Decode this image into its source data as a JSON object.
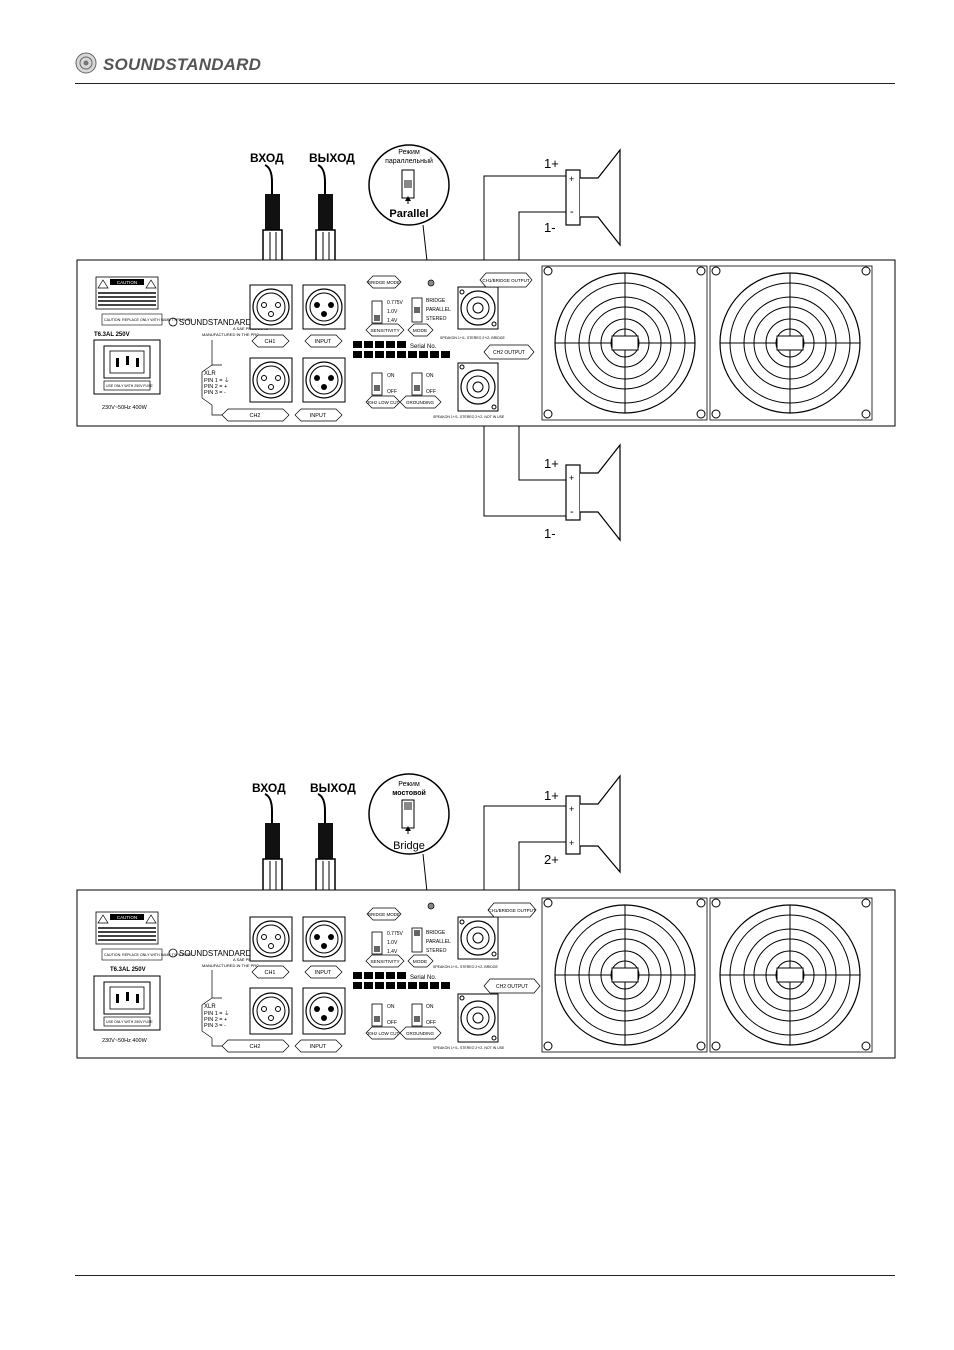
{
  "header": {
    "brand": "SOUNDSTANDARD"
  },
  "panel": {
    "caution": "CAUTION",
    "caution_note": "CAUTION: REPLACE ONLY WITH SAME TYPE FUSE",
    "fuse_top": "T6.3AL 250V",
    "fuse_use": "USE ONLY WITH 250V FUSE",
    "power_rating": "230V~50Hz 400W",
    "brand": "SOUNDSTANDARD",
    "brand_sub": "A SAE PRODUCTS",
    "made": "MANUFACTURED IN THE PRC",
    "xlr": "XLR",
    "pin1": "PIN 1 = ⏚",
    "pin2": "PIN 2 = +",
    "pin3": "PIN 3 = -",
    "ch1": "CH1",
    "ch2": "CH2",
    "input": "INPUT",
    "bridge_mode": "BRIDGE MODE",
    "sens_0775": "0.775V",
    "sens_10": "1.0V",
    "sens_14": "1.4V",
    "sensitivity": "SENSITIVITY",
    "mode_bridge": "BRIDGE",
    "mode_parallel": "PARALLEL",
    "mode_stereo": "STEREO",
    "mode": "MODE",
    "serial": "Serial No.",
    "on": "ON",
    "off": "OFF",
    "lowcut": "30Hz LOW CUT",
    "grounding": "GROUNDING",
    "ch1_bridge_output": "CH1/BRIDGE OUTPUT",
    "ch2_output": "CH2 OUTPUT",
    "speakon1": "SPEAKON 1+/1- STEREO 2+/2- BRIDGE",
    "speakon2": "SPEAKON 1+/1- STEREO 2+/2- NOT IN USE"
  },
  "diagram_parallel": {
    "in_label": "ВХОД",
    "out_label": "ВЫХОД",
    "callout_line1": "Режим",
    "callout_line2": "параллельный",
    "callout_name": "Parallel",
    "spk_top_plus": "1+",
    "spk_top_minus": "1-",
    "spk_bot_plus": "1+",
    "spk_bot_minus": "1-",
    "term_plus": "+",
    "term_minus": "-"
  },
  "diagram_bridge": {
    "in_label": "ВХОД",
    "out_label": "ВЫХОД",
    "callout_line1": "Режим",
    "callout_line2": "мостовой",
    "callout_name": "Bridge",
    "spk_plus_a": "1+",
    "spk_plus_b": "2+",
    "term_plus": "+"
  }
}
